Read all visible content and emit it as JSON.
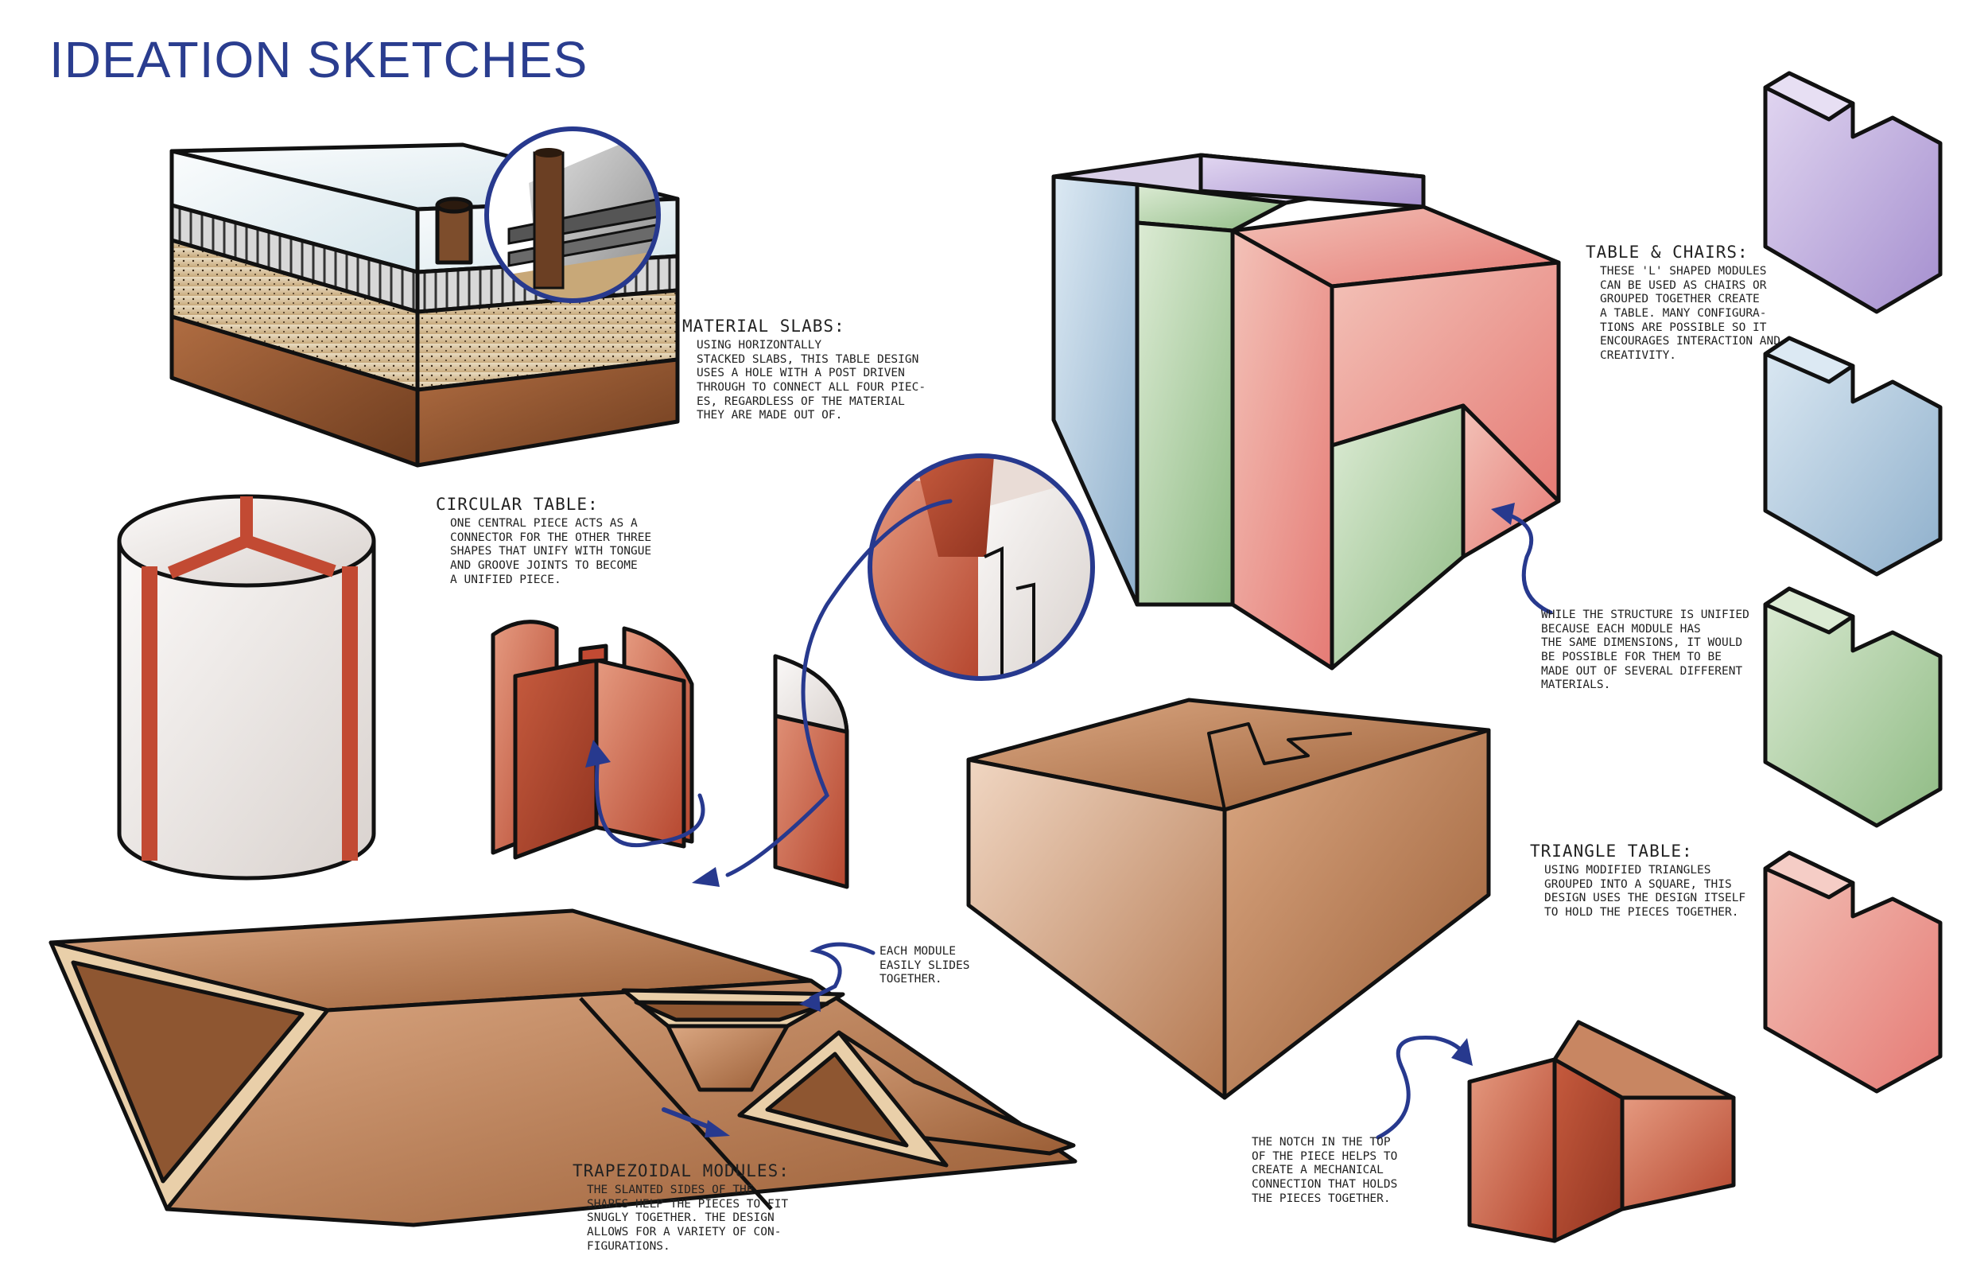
{
  "title": "IDEATION SKETCHES",
  "notes": {
    "material_slabs": {
      "heading": "MATERIAL SLABS:",
      "body": "USING HORIZONTALLY\nSTACKED SLABS, THIS TABLE DESIGN\nUSES A HOLE WITH A POST DRIVEN\nTHROUGH TO CONNECT ALL FOUR PIEC-\nES, REGARDLESS OF THE MATERIAL\nTHEY ARE MADE OUT OF."
    },
    "circular_table": {
      "heading": "CIRCULAR TABLE:",
      "body": "ONE CENTRAL PIECE ACTS AS A\nCONNECTOR FOR THE OTHER THREE\nSHAPES THAT UNIFY WITH TONGUE\nAND GROOVE JOINTS TO BECOME\nA UNIFIED PIECE."
    },
    "table_chairs": {
      "heading": "TABLE & CHAIRS:",
      "body": "THESE 'L' SHAPED MODULES\nCAN BE USED AS CHAIRS OR\nGROUPED TOGETHER CREATE\nA TABLE. MANY CONFIGURA-\nTIONS ARE POSSIBLE SO IT\nENCOURAGES INTERACTION AND\nCREATIVITY."
    },
    "structure_caption": "WHILE THE STRUCTURE IS UNIFIED\nBECAUSE EACH MODULE HAS\nTHE SAME DIMENSIONS, IT WOULD\nBE POSSIBLE FOR THEM TO BE\nMADE OUT OF SEVERAL DIFFERENT\nMATERIALS.",
    "triangle_table": {
      "heading": "TRIANGLE TABLE:",
      "body": "USING MODIFIED TRIANGLES\nGROUPED INTO A SQUARE, THIS\nDESIGN USES THE DESIGN ITSELF\nTO HOLD THE PIECES TOGETHER."
    },
    "module_caption": "EACH MODULE\nEASILY SLIDES\nTOGETHER.",
    "trapezoidal_modules": {
      "heading": "TRAPEZOIDAL MODULES:",
      "body": "THE SLANTED SIDES OF THE\nSHAPES HELP THE PIECES TO FIT\nSNUGLY TOGETHER. THE DESIGN\nALLOWS FOR A VARIETY OF CON-\nFIGURATIONS."
    },
    "notch_caption": "THE NOTCH IN THE TOP\nOF THE PIECE HELPS TO\nCREATE A MECHANICAL\nCONNECTION THAT HOLDS\nTHE PIECES TOGETHER."
  },
  "colors": {
    "title_blue": "#2a3d8f",
    "outline": "#111111",
    "wood_light": "#c98f62",
    "wood_dark": "#8e5631",
    "red_wood": "#c4573f",
    "pink": "#e88d86",
    "purple": "#b7a3d8",
    "blue": "#a7c4dd",
    "green": "#a8cc9c",
    "white_face": "#f3efec",
    "arrow_blue": "#27398e"
  },
  "icons": [
    "curved-arrow-icon"
  ]
}
